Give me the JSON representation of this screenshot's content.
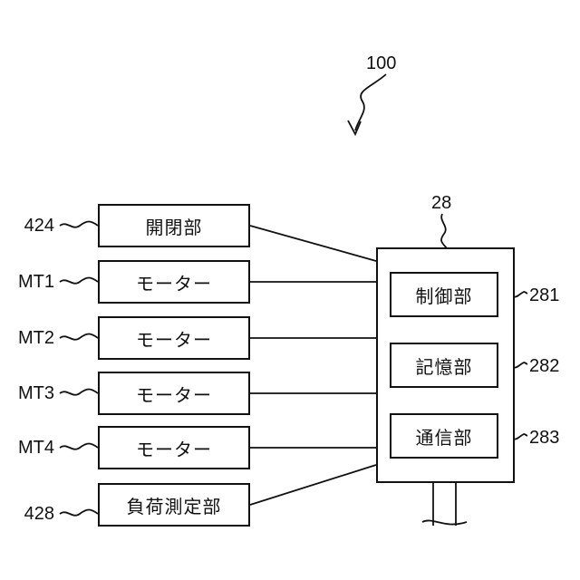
{
  "figure_ref": "100",
  "controller": {
    "ref": "28",
    "units": [
      {
        "label": "制御部",
        "ref": "281"
      },
      {
        "label": "記憶部",
        "ref": "282"
      },
      {
        "label": "通信部",
        "ref": "283"
      }
    ]
  },
  "devices": [
    {
      "label": "開閉部",
      "ref": "424"
    },
    {
      "label": "モーター",
      "ref": "MT1"
    },
    {
      "label": "モーター",
      "ref": "MT2"
    },
    {
      "label": "モーター",
      "ref": "MT3"
    },
    {
      "label": "モーター",
      "ref": "MT4"
    },
    {
      "label": "負荷測定部",
      "ref": "428"
    }
  ]
}
